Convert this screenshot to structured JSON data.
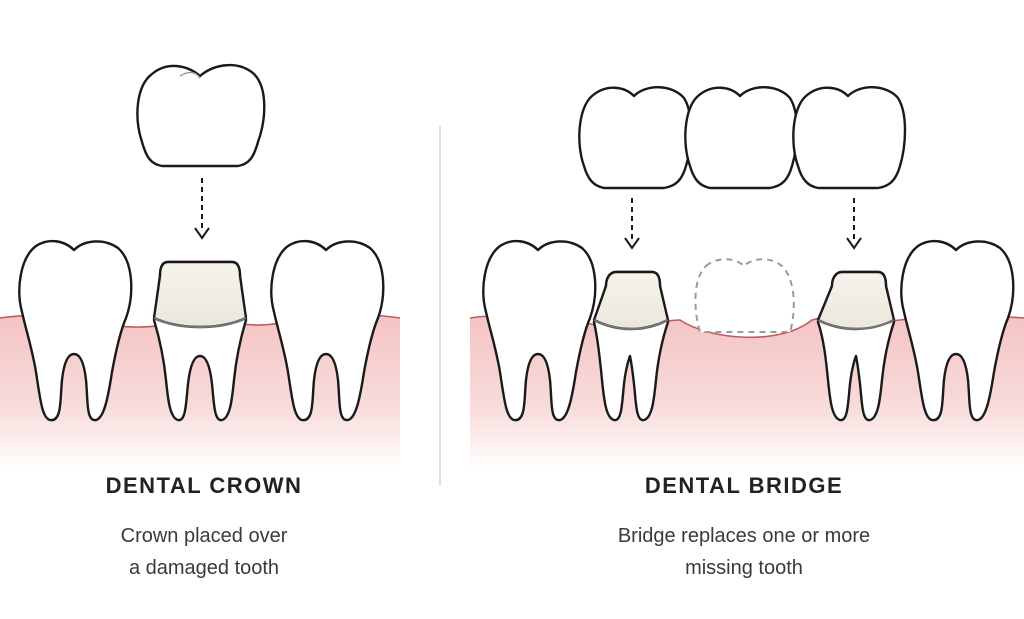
{
  "colors": {
    "gum": "#f4c9c7",
    "gum_edge": "#c05a5e",
    "tooth_fill": "#ffffff",
    "prep_fill": "#f1ede4",
    "outline": "#1a1a1a",
    "divider": "#d6d6d6"
  },
  "panels": [
    {
      "title": "DENTAL CROWN",
      "caption_lines": [
        "Crown placed over",
        "a damaged tooth"
      ]
    },
    {
      "title": "DENTAL BRIDGE",
      "caption_lines": [
        "Bridge replaces one or more",
        "missing tooth"
      ]
    }
  ]
}
